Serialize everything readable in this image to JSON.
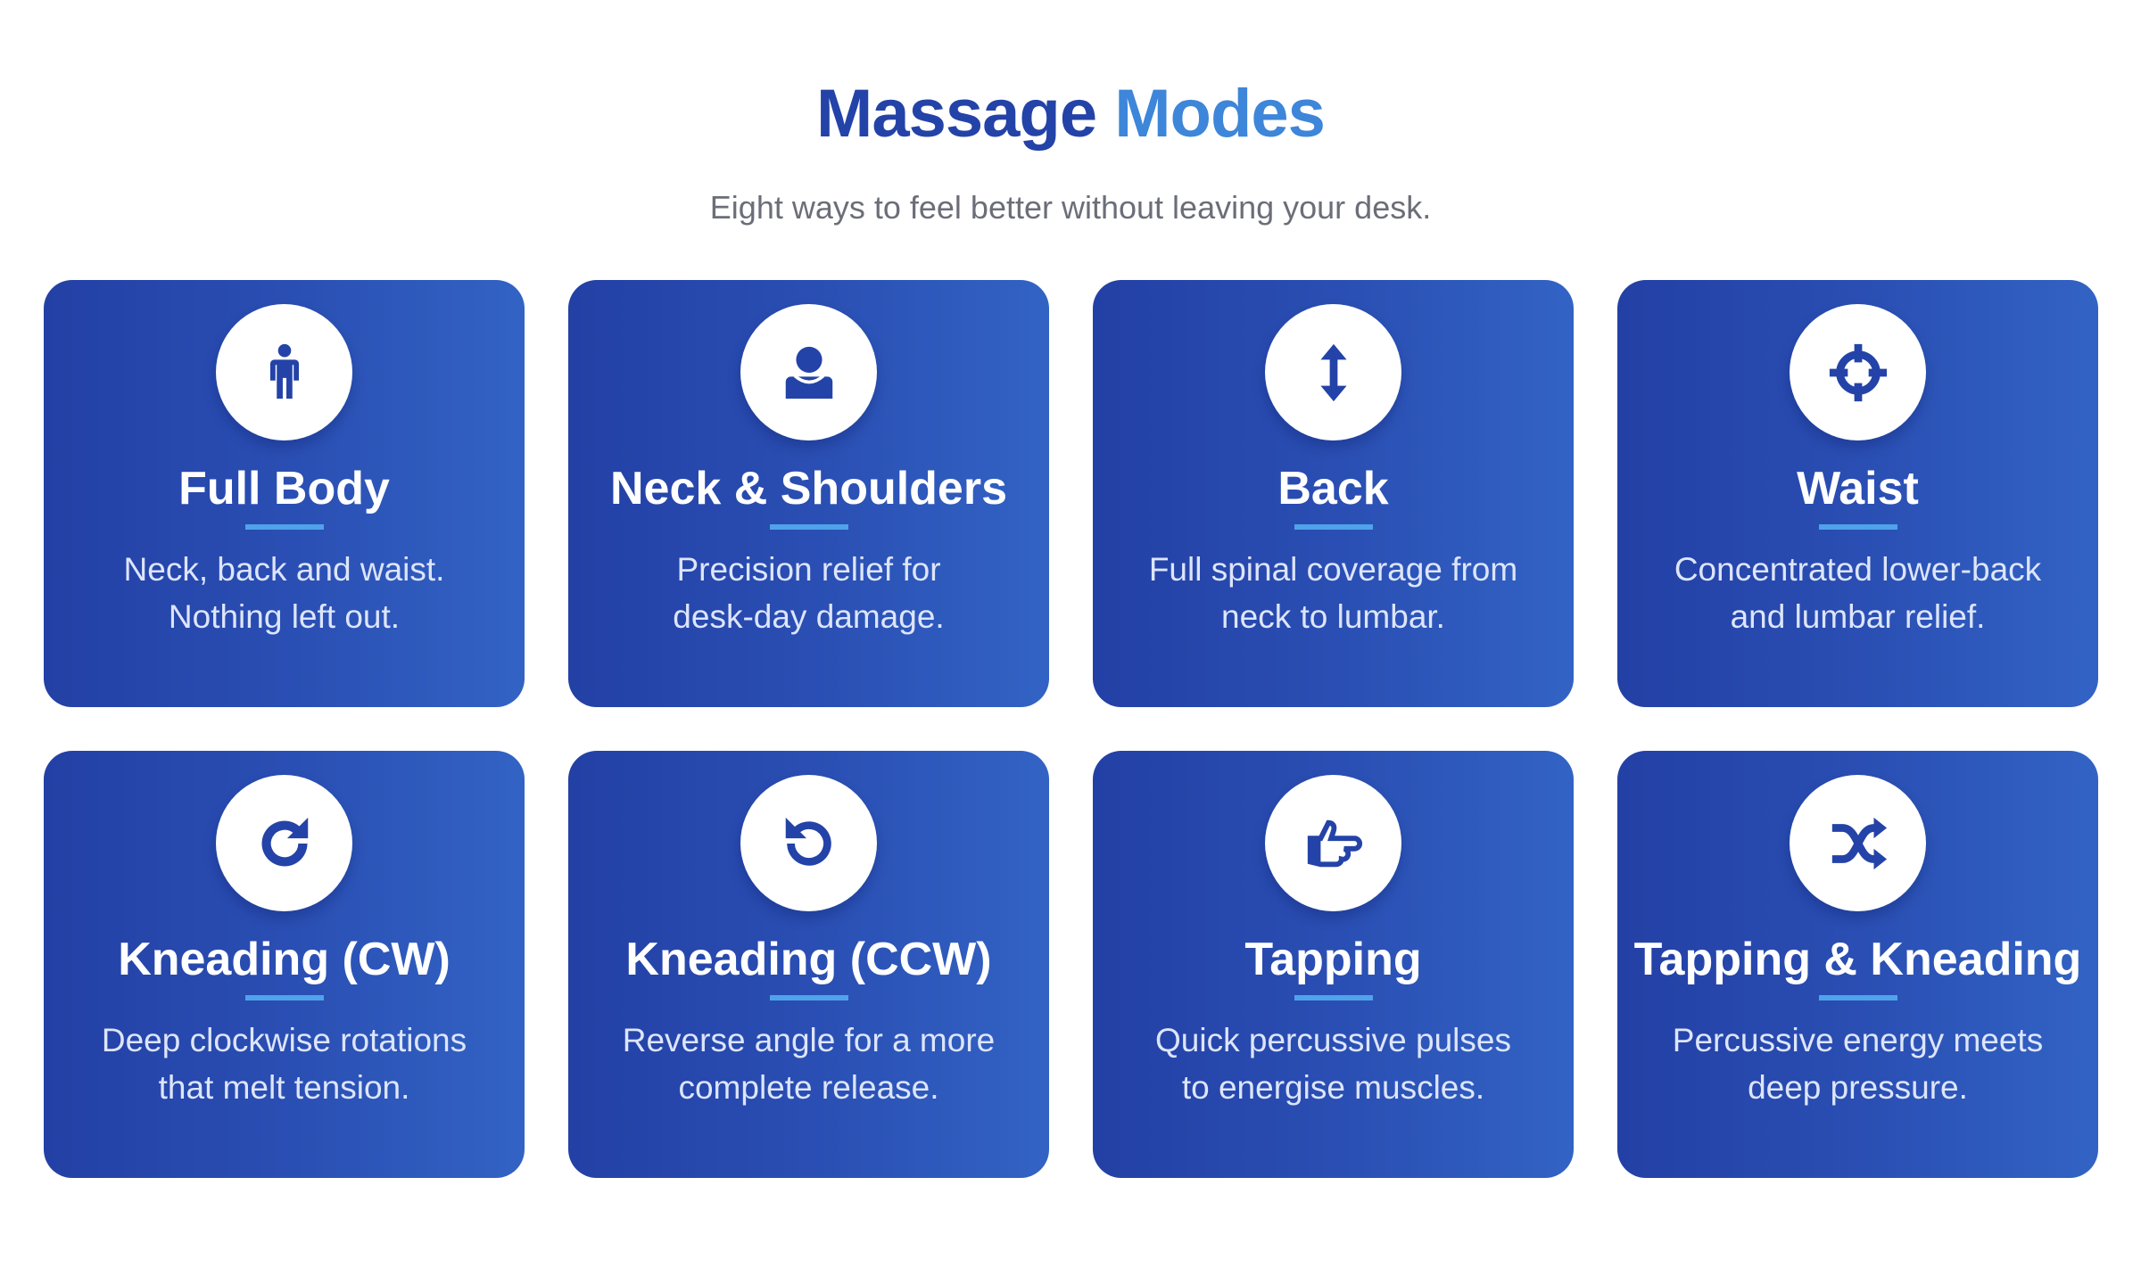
{
  "header": {
    "title_part1": "Massage",
    "title_part2": "Modes",
    "subtitle": "Eight ways to feel better without leaving your desk."
  },
  "colors": {
    "title_dark": "#2443a8",
    "title_light": "#3d86d9",
    "card_start": "#2340a5",
    "card_end": "#3263c4",
    "accent_bar": "#4fa3ea",
    "icon": "#2443a8"
  },
  "modes": [
    {
      "icon": "person-icon",
      "title": "Full Body",
      "desc1": "Neck, back and waist.",
      "desc2": "Nothing left out."
    },
    {
      "icon": "user-icon",
      "title": "Neck & Shoulders",
      "desc1": "Precision relief for",
      "desc2": "desk-day damage."
    },
    {
      "icon": "vertical-arrows-icon",
      "title": "Back",
      "desc1": "Full spinal coverage from",
      "desc2": "neck to lumbar."
    },
    {
      "icon": "crosshair-icon",
      "title": "Waist",
      "desc1": "Concentrated lower-back",
      "desc2": "and lumbar relief."
    },
    {
      "icon": "rotate-clockwise-icon",
      "title": "Kneading (CW)",
      "desc1": "Deep clockwise rotations",
      "desc2": "that melt tension."
    },
    {
      "icon": "rotate-counterclockwise-icon",
      "title": "Kneading (CCW)",
      "desc1": "Reverse angle for a more",
      "desc2": "complete release."
    },
    {
      "icon": "pointing-hand-icon",
      "title": "Tapping",
      "desc1": "Quick percussive pulses",
      "desc2": "to energise muscles."
    },
    {
      "icon": "shuffle-icon",
      "title": "Tapping & Kneading",
      "desc1": "Percussive energy meets",
      "desc2": "deep pressure."
    }
  ]
}
